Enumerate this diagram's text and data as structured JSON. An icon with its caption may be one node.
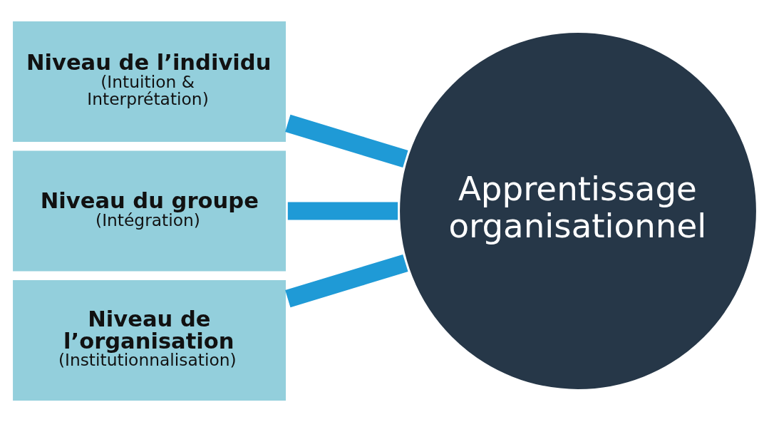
{
  "diagram": {
    "nodes": [
      {
        "text": [
          "Niveau de l’individu",
          "(Intuition & Interprétation)"
        ]
      },
      {
        "text": [
          "Niveau du groupe",
          "(Intégration)"
        ]
      },
      {
        "text": [
          "Niveau de l’organisation",
          "(Institutionnalisation)"
        ]
      },
      {
        "text": [
          "Apprentissage organisationnel"
        ]
      }
    ],
    "edges": [
      {
        "from": 0,
        "to": 3,
        "arrow": "none"
      },
      {
        "from": 1,
        "to": 3,
        "arrow": "none"
      },
      {
        "from": 2,
        "to": 3,
        "arrow": "none"
      }
    ]
  }
}
